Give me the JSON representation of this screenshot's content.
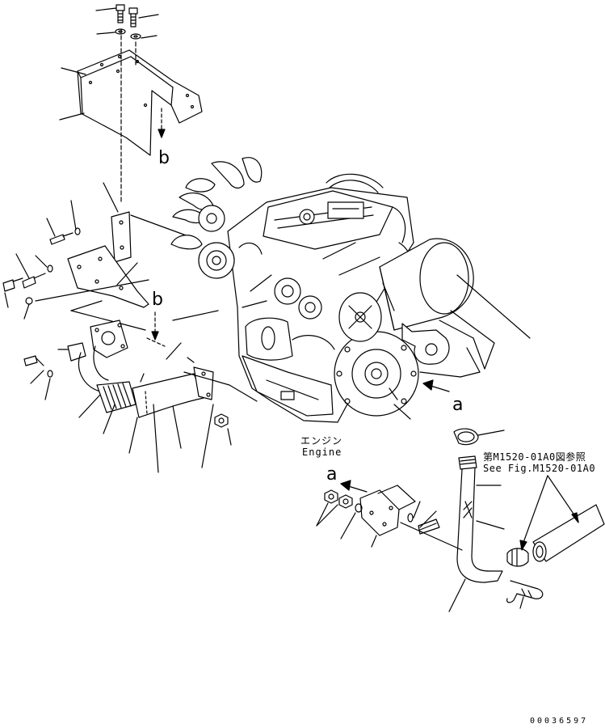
{
  "labels": {
    "arrow_b_top": "b",
    "arrow_b_mid": "b",
    "arrow_a_right": "a",
    "arrow_a_left": "a",
    "engine_jp": "エンジン",
    "engine_en": "Engine",
    "ref_jp": "第M1520-01A0図参照",
    "ref_en": "See Fig.M1520-01A0",
    "doc_number": "00036597"
  },
  "colors": {
    "line": "#000000",
    "background": "#ffffff"
  },
  "icons": [
    "engine-drawing",
    "exhaust-pipe-drawing",
    "muffler-drawing",
    "heat-shield-drawing",
    "bracket-drawing",
    "bolt-drawing",
    "washer-drawing",
    "nut-drawing",
    "clamp-drawing",
    "u-bolt-drawing",
    "fan-drawing"
  ]
}
